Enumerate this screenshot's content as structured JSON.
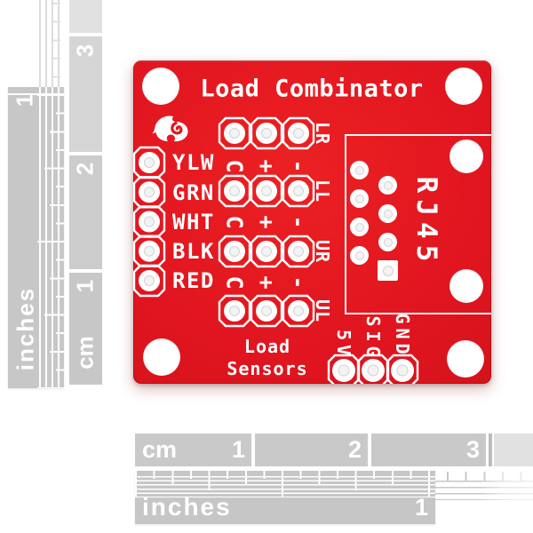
{
  "board": {
    "title": "Load Combinator",
    "flame_icon": "sparkfun-flame-icon",
    "wire_pins": [
      "YLW",
      "GRN",
      "WHT",
      "BLK",
      "RED"
    ],
    "sensor_rows": [
      "LR",
      "LL",
      "UR",
      "UL"
    ],
    "pin_marks": {
      "common": "C",
      "plus": "+",
      "minus": "-"
    },
    "rj45_label": "RJ45",
    "power_pins": [
      "5V",
      "SIG",
      "GND"
    ],
    "caption": {
      "line1": "Load",
      "line2": "Sensors"
    },
    "colors": {
      "pcb_red": "#e11520",
      "silkscreen": "#ffffff"
    }
  },
  "rulers": {
    "left_inches": {
      "label": "inches",
      "numbers": [
        "1"
      ]
    },
    "left_cm": {
      "label": "cm",
      "numbers": [
        "3",
        "2",
        "1"
      ]
    },
    "bottom_cm": {
      "label": "cm",
      "numbers": [
        "1",
        "2",
        "3"
      ]
    },
    "bottom_inches": {
      "label": "inches",
      "numbers": [
        "1"
      ]
    },
    "colors": {
      "gray": "#c7c7c8",
      "light_gray": "#e0e0e0"
    }
  }
}
